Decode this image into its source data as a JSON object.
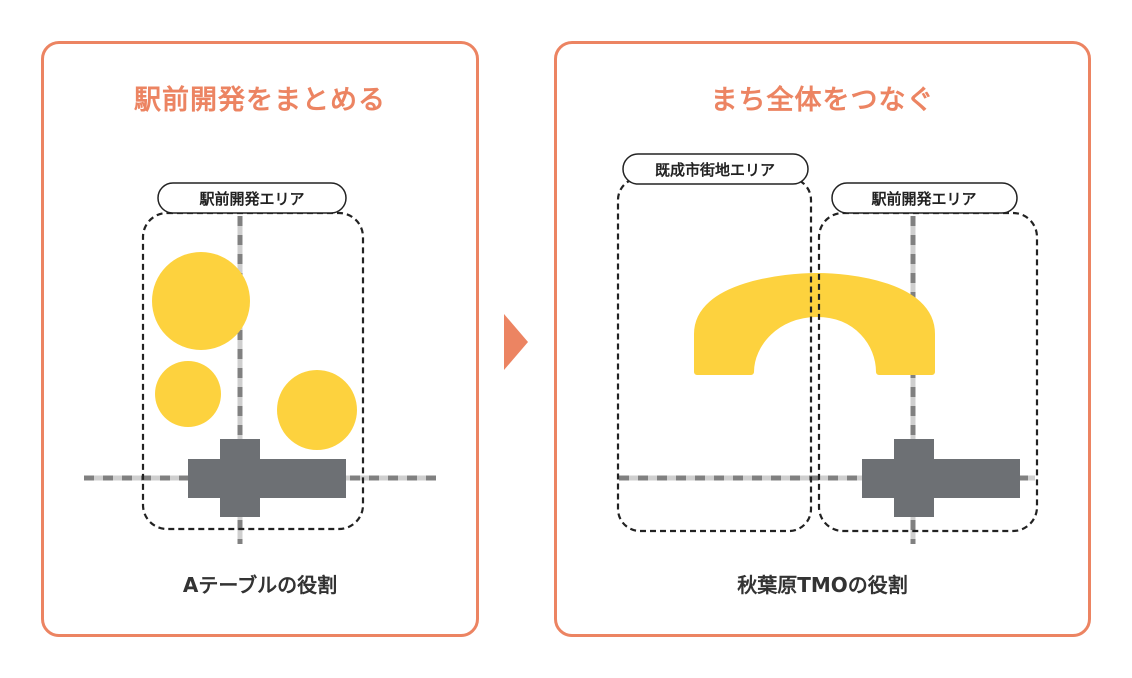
{
  "left_panel": {
    "title": "駅前開発をまとめる",
    "area_label": "駅前開発エリア",
    "caption": "Aテーブルの役割"
  },
  "right_panel": {
    "title": "まち全体をつなぐ",
    "existing_area_label": "既成市街地エリア",
    "station_area_label": "駅前開発エリア",
    "caption": "秋葉原TMOの役割"
  },
  "colors": {
    "accent": "#ec8462",
    "project": "#fdd23e",
    "station": "#6d7074",
    "line_dark": "#808080",
    "line_light": "#cfcfcf"
  }
}
